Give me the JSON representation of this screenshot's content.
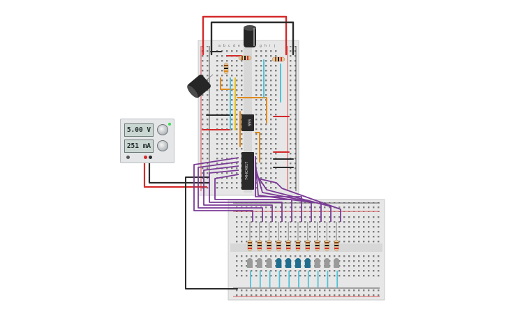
{
  "power_supply": {
    "voltage_display": "5.00 V",
    "current_display": "251 mA"
  },
  "breadboard_top": {
    "column_letters": [
      "a",
      "b",
      "c",
      "d",
      "e",
      "f",
      "g",
      "h",
      "i",
      "j"
    ]
  },
  "chips": {
    "timer_label": "555",
    "counter_label": "74HC4017"
  },
  "colors": {
    "wire_red": "#d42a2a",
    "wire_black": "#2b2b2b",
    "wire_purple": "#7a3a96",
    "wire_orange": "#e08a1c",
    "wire_yellow": "#e2c31f",
    "wire_cyan": "#4fc3d8",
    "breadboard": "#e7e7e7",
    "chip": "#2a2a2a",
    "led_blue": "#1f6e8f",
    "led_gray": "#9a9a9a"
  },
  "leds": [
    "gray",
    "gray",
    "gray",
    "blue",
    "blue",
    "blue",
    "blue",
    "gray",
    "gray",
    "gray"
  ]
}
